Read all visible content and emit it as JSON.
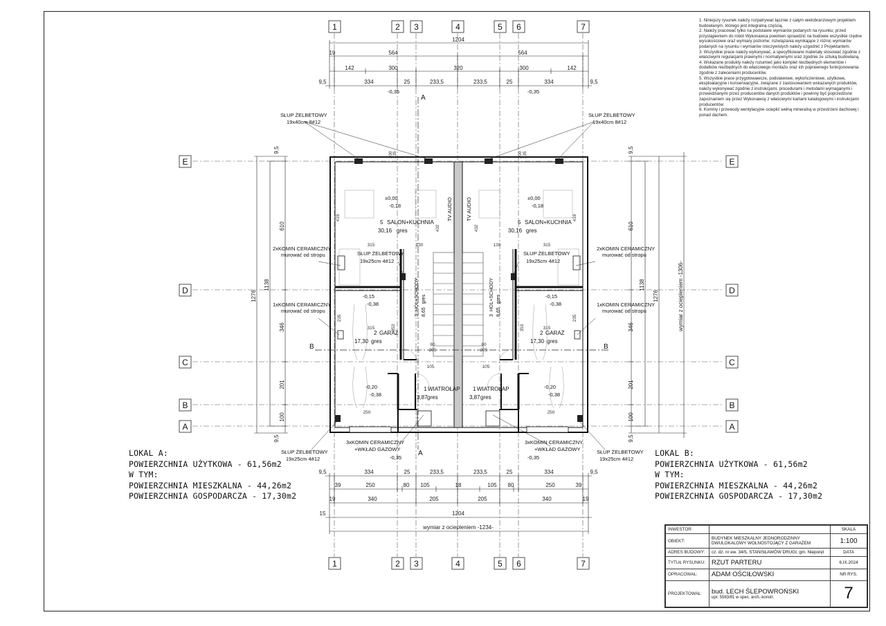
{
  "grid": {
    "columns": [
      "1",
      "2",
      "3",
      "4",
      "5",
      "6",
      "7"
    ],
    "rows": [
      "E",
      "D",
      "C",
      "B",
      "A"
    ]
  },
  "dims": {
    "top_total": "1204",
    "top_half_left": "564",
    "top_half_right": "564",
    "top_mid": "320",
    "top_row2": [
      "142",
      "300",
      "300",
      "142"
    ],
    "top_row2_left_small": "19",
    "top_row3": [
      "9,5",
      "334",
      "25",
      "233,5",
      "233,5",
      "25",
      "334",
      "9,5"
    ],
    "bottom_row1": [
      "9,5",
      "334",
      "25",
      "233,5",
      "233,5",
      "25",
      "334",
      "9,5"
    ],
    "bottom_row2": [
      "39",
      "250",
      "80",
      "105",
      "18",
      "105",
      "80",
      "250",
      "39"
    ],
    "bottom_row3": [
      "19",
      "340",
      "205",
      "205",
      "340",
      "19"
    ],
    "bottom_total": "1204",
    "bottom_left": "15",
    "bottom_insulation": "wymiar z ociepleniem -1234-",
    "left_outer": "1276",
    "left_inner": "1138",
    "left_610": "610",
    "left_346": "346",
    "left_201": "201",
    "left_100": "100",
    "left_95": "9,5",
    "right_insulation": "wymiar z ociepleniem -1306-",
    "right_outer": "1276",
    "right_inner": "1138"
  },
  "labels": {
    "column_left_top": "SŁUP ŻELBETOWY",
    "column_left_top_size": "19x40cm 8#12",
    "column_right_top": "SŁUP ŻELBETOWY",
    "column_right_top_size": "19x40cm 8#12",
    "column_mid_left": "SŁUP ŻELBETOWY",
    "column_mid_left_size": "19x25cm 4#12",
    "column_mid_right": "SŁUP ŻELBETOWY",
    "column_mid_right_size": "19x25cm 4#12",
    "column_bot_left": "SŁUP ŻELBETOWY",
    "column_bot_left_size": "19x25cm 4#12",
    "column_bot_right": "SŁUP ŻELBETOWY",
    "column_bot_right_size": "19x25cm 4#12",
    "chimney2_left": "2xKOMIN CERAMICZNY",
    "chimney2_left_sub": "murować od stropu",
    "chimney2_right": "2xKOMIN CERAMICZNY",
    "chimney2_right_sub": "murować od stropu",
    "chimney1_left": "1xKOMIN CERAMICZNY",
    "chimney1_left_sub": "murować od stropu",
    "chimney1_right": "1xKOMIN CERAMICZNY",
    "chimney1_right_sub": "murować od stropu",
    "chimney3_left": "3xKOMIN CERAMICZNY",
    "chimney3_left_sub": "+WKŁAD GAZOWY",
    "chimney3_right": "3xKOMIN CERAMICZNY",
    "chimney3_right_sub": "+WKŁAD GAZOWY",
    "lvl_top": "-0,35",
    "lvl_bot": "-0,35",
    "lvl_000": "±0,00",
    "lvl_018": "-0,18",
    "lvl_015": "-0,15",
    "lvl_038": "-0,38",
    "lvl_020": "-0,20",
    "tv": "TV AUDIO",
    "section_a": "A",
    "section_b": "B"
  },
  "rooms": {
    "left_salon": {
      "no": "5",
      "name": "SALON+KUCHNIA",
      "area": "30,16",
      "floor": "gres"
    },
    "right_salon": {
      "no": "5",
      "name": "SALON+KUCHNIA",
      "area": "30,16",
      "floor": "gres"
    },
    "left_hol": {
      "no": "3",
      "name": "HOL+SCHODY",
      "area": "8,65",
      "floor": "gres"
    },
    "right_hol": {
      "no": "3",
      "name": "HOL+SCHODY",
      "area": "8,65",
      "floor": "gres"
    },
    "left_garaz": {
      "no": "2",
      "name": "GARAŻ",
      "area": "17,30",
      "floor": "gres"
    },
    "right_garaz": {
      "no": "2",
      "name": "GARAŻ",
      "area": "17,30",
      "floor": "gres"
    },
    "left_wiatrolap": {
      "no": "1",
      "name": "WIATROŁAP",
      "area": "3,87",
      "floor": "gres"
    },
    "right_wiatrolap": {
      "no": "1",
      "name": "WIATROŁAP",
      "area": "3,87",
      "floor": "gres"
    }
  },
  "inner_dims": {
    "d315": "315",
    "d130": "130",
    "d419": "419",
    "d432": "432",
    "d300": "300",
    "d335": "335",
    "d353": "353",
    "d235": "235",
    "d250": "250",
    "d80": "80",
    "d205": "205",
    "d105": "105"
  },
  "lokal_a": {
    "title": "LOKAL A:",
    "usable": "POWIERZCHNIA UŻYTKOWA - 61,56m2",
    "incl": "W TYM:",
    "living": "POWIERZCHNIA MIESZKALNA - 44,26m2",
    "utility": "POWIERZCHNIA GOSPODARCZA - 17,30m2"
  },
  "lokal_b": {
    "title": "LOKAL B:",
    "usable": "POWIERZCHNIA UŻYTKOWA - 61,56m2",
    "incl": "W TYM:",
    "living": "POWIERZCHNIA MIESZKALNA - 44,26m2",
    "utility": "POWIERZCHNIA GOSPODARCZA - 17,30m2"
  },
  "notes": [
    "1. Niniejszy rysunek należy rozpatrywać łącznie z całym wielobranżowym projektem budowlanym, którego jest integralną częścią.",
    "2. Należy pracować tylko na podstawie wymiarów podanych na rysunku; przed przystąpieniem do robót Wykonawca powinien sprawdzić na budowie wszystkie rzędne wysokościowe oraz wymiary poziome; rozwiązania wynikające z różnic wymiarów podanych na rysunku i wymiarów rzeczywistych należy uzgodnić z Projektantem.",
    "3. Wszystkie prace należy wykonywać, a specyfikowane materiały stosować zgodnie z właściwymi regulacjami prawnymi i normatywnymi oraz zgodnie ze sztuką budowlaną.",
    "4. Wskazane produkty należy rozumieć jako komplet niezbędnych elementów i dodatków niezbędnych do właściwego montażu oraz ich poprawnego funkcjonowania zgodnie z zaleceniami producentów.",
    "5. Wszystkie prace przygotowawcze, podstawowe, wykończeniowe, użytkowe, eksploatacyjne i konserwacyjne, związane z zastosowaniem wskazanych produktów, należy wykonywać zgodnie z instrukcjami, procedurami i metodami wymaganymi i przewidzianymi przez producentów danych produktów i powinny być poprzedzone zapoznaniem się przez Wykonawcę z właściwymi kartami katalogowymi i instrukcjami producentów.",
    "6. Kominy i przewody wentylacyjne ocieplić wełną mineralną w przestrzeni dachowej i ponad dachem."
  ],
  "title_block": {
    "investor_label": "INWESTOR:",
    "investor": "",
    "object_label": "OBIEKT:",
    "object": "BUDYNEK MIESZKALNY JEDNORODZINNY DWULOKALOWY WOLNOSTOJĄCY Z GARAŻEM",
    "address_label": "ADRES BUDOWY:",
    "address": "cz. dz. nr ew. 34/5, STANISŁAWÓW DRUGI, gm. Nieporęt",
    "title_label": "TYTUŁ RYSUNKU:",
    "title": "RZUT PARTERU",
    "prepared_label": "OPRACOWAŁ:",
    "prepared": "ADAM OŚCIŁOWSKI",
    "designer_label": "PROJEKTOWAŁ:",
    "designer": "bud. LECH ŚLEPOWROŃSKI",
    "designer_license": "upr. 5583/81 w spec. arch.-konstr.",
    "scale_label": "SKALA",
    "scale": "1:100",
    "date_label": "DATA",
    "date": "6.IX.2024",
    "drawing_no_label": "NR RYS.",
    "drawing_no": "7"
  }
}
